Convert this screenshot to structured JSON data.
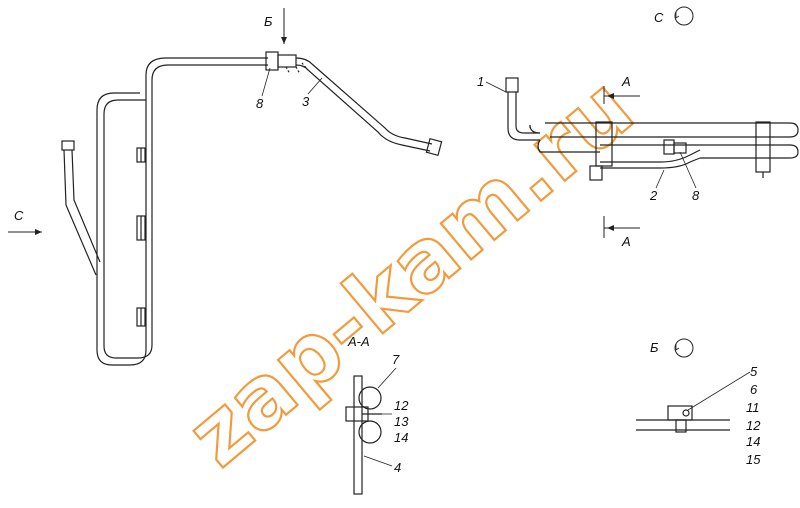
{
  "watermark": "zap-kam.ru",
  "views": {
    "view_c": "C",
    "view_b": "Б",
    "section_aa": "А-А",
    "arrow_a": "А"
  },
  "parts": {
    "p1": "1",
    "p2": "2",
    "p3": "3",
    "p4": "4",
    "p5": "5",
    "p6": "6",
    "p7": "7",
    "p8": "8",
    "p11": "11",
    "p12": "12",
    "p13": "13",
    "p14": "14",
    "p15": "15"
  },
  "colors": {
    "line": "#222222",
    "watermark": "#f08a1c"
  }
}
